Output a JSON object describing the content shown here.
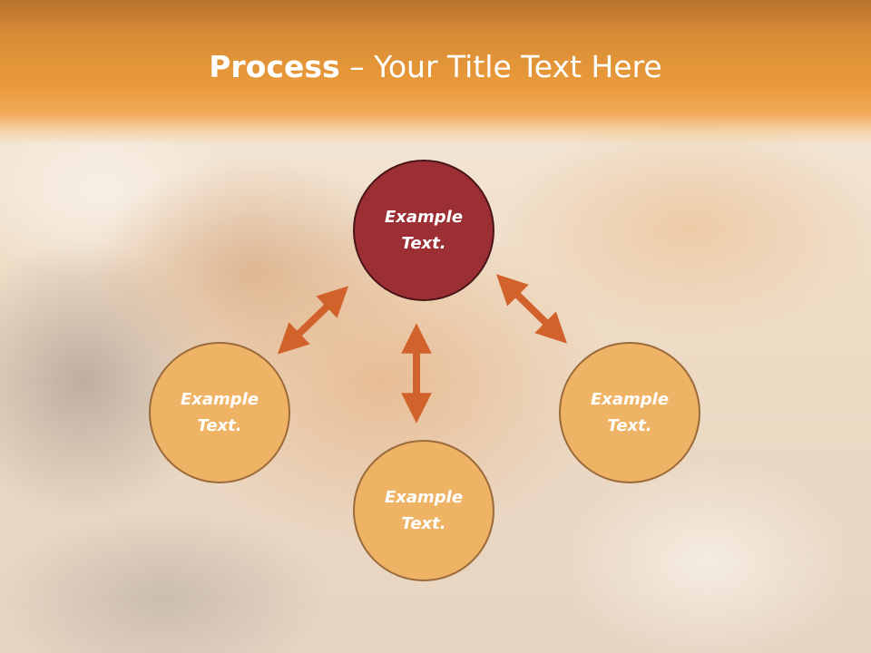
{
  "slide": {
    "title_strong": "Process",
    "title_rest": " – Your Title Text Here"
  },
  "diagram": {
    "center": {
      "line1": "Example",
      "line2": "Text."
    },
    "left": {
      "line1": "Example",
      "line2": "Text."
    },
    "right": {
      "line1": "Example",
      "line2": "Text."
    },
    "bottom": {
      "line1": "Example",
      "line2": "Text."
    }
  },
  "colors": {
    "title_band": "#ea9a3a",
    "center_node": "#9b2f34",
    "outer_node": "#efb366",
    "arrow": "#d2622c"
  }
}
